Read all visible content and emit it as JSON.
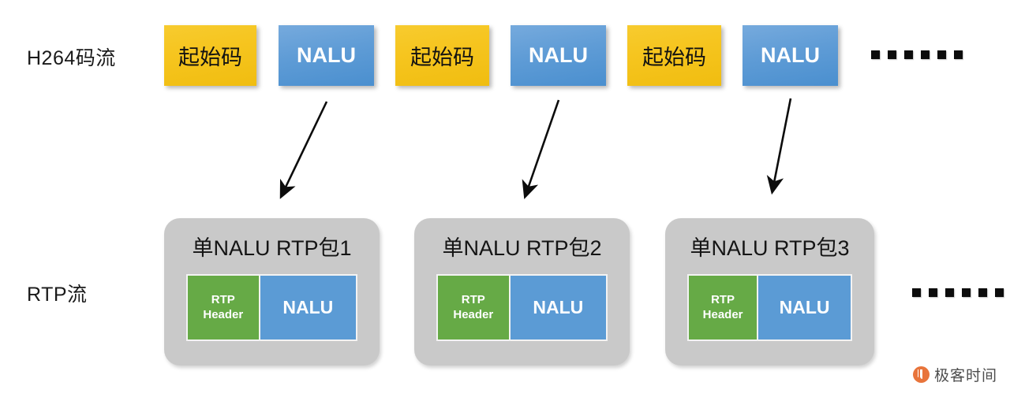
{
  "diagram": {
    "title_row_labels": {
      "h264_stream": "H264码流",
      "rtp_stream": "RTP流"
    },
    "h264_row": {
      "blocks": [
        {
          "label": "起始码",
          "kind": "start-code"
        },
        {
          "label": "NALU",
          "kind": "nalu"
        },
        {
          "label": "起始码",
          "kind": "start-code"
        },
        {
          "label": "NALU",
          "kind": "nalu"
        },
        {
          "label": "起始码",
          "kind": "start-code"
        },
        {
          "label": "NALU",
          "kind": "nalu"
        }
      ],
      "ellipsis": "......"
    },
    "rtp_row": {
      "packets": [
        {
          "title": "单NALU RTP包1",
          "header_line1": "RTP",
          "header_line2": "Header",
          "payload": "NALU"
        },
        {
          "title": "单NALU RTP包2",
          "header_line1": "RTP",
          "header_line2": "Header",
          "payload": "NALU"
        },
        {
          "title": "单NALU RTP包3",
          "header_line1": "RTP",
          "header_line2": "Header",
          "payload": "NALU"
        }
      ],
      "ellipsis": "......"
    },
    "arrows": [
      {
        "from_block": "NALU",
        "to_packet": "单NALU RTP包1"
      },
      {
        "from_block": "NALU",
        "to_packet": "单NALU RTP包2"
      },
      {
        "from_block": "NALU",
        "to_packet": "单NALU RTP包3"
      }
    ],
    "colors": {
      "start_code_yellow": "#f6c51f",
      "nalu_blue": "#5b9bd5",
      "rtp_header_green": "#66aa46",
      "panel_gray": "#c9c9c9",
      "arrow_black": "#0c0c0c",
      "watermark_orange": "#e8743b"
    }
  },
  "watermark": {
    "text": "极客时间",
    "logo": "geektime-logo"
  }
}
